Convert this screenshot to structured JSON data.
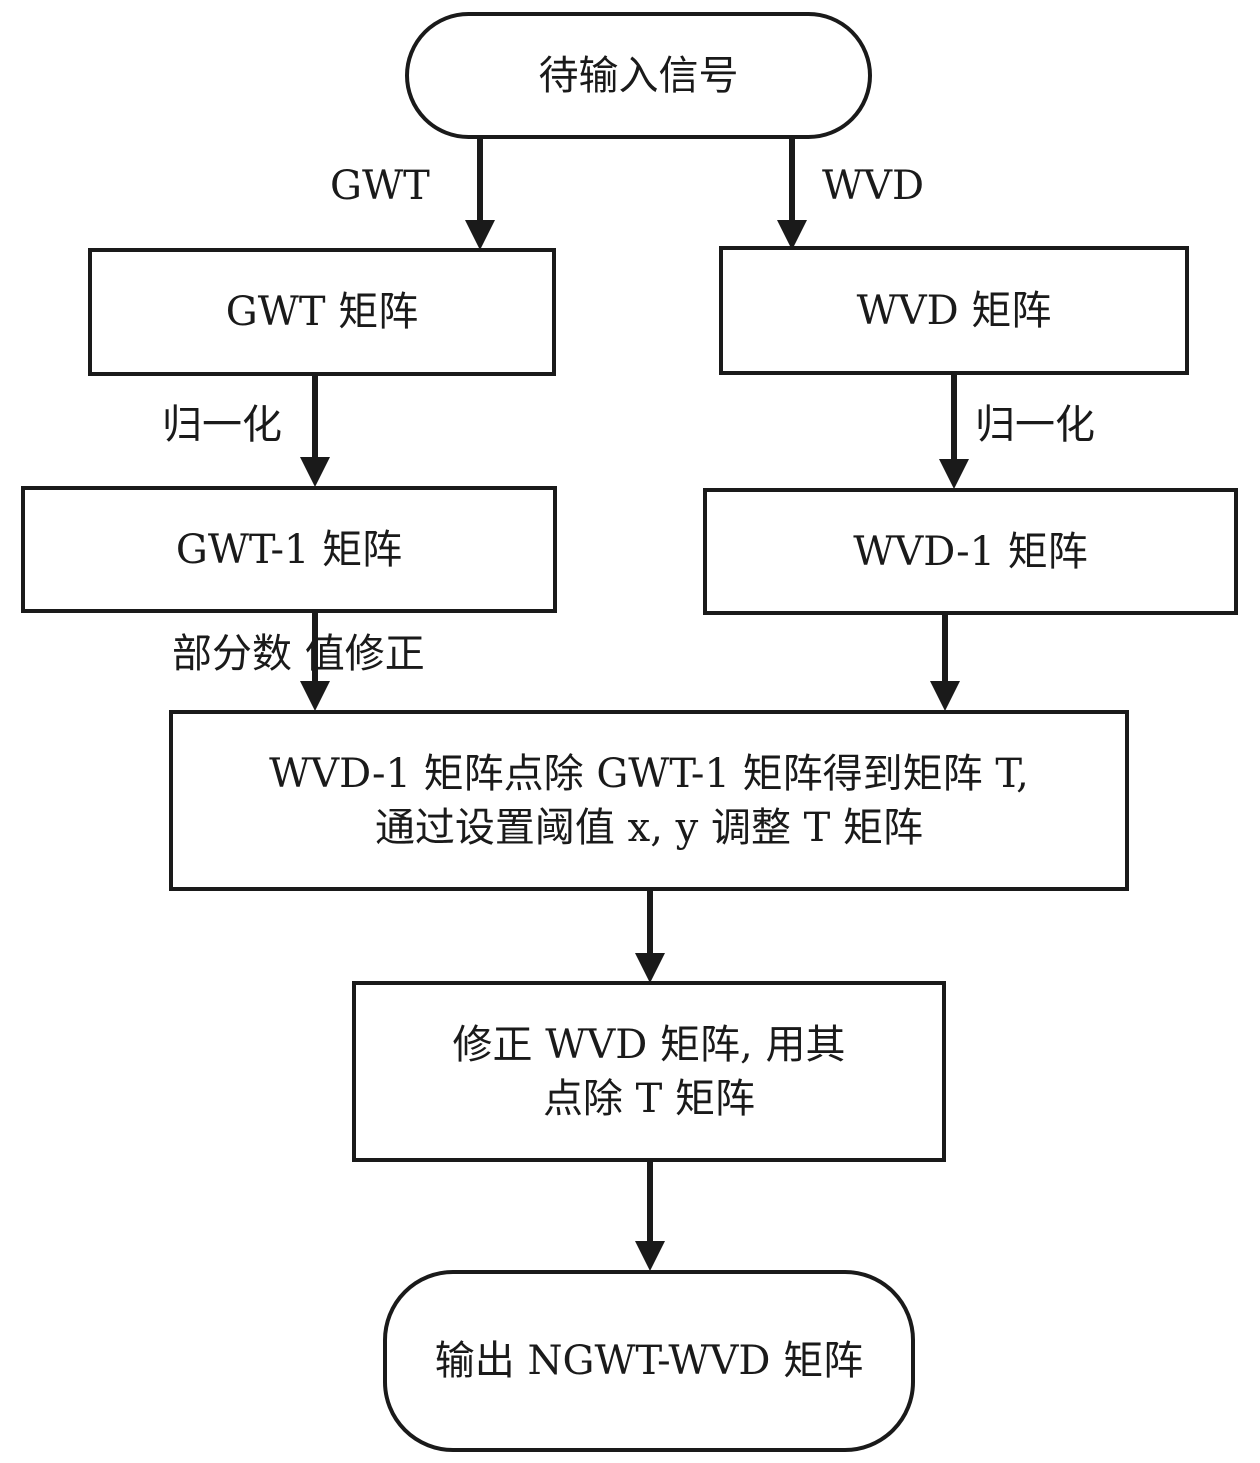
{
  "nodes": {
    "start": "待输入信号",
    "gwt_matrix": "GWT 矩阵",
    "wvd_matrix": "WVD 矩阵",
    "gwt1_matrix": "GWT-1 矩阵",
    "wvd1_matrix": "WVD-1 矩阵",
    "divide_line1": "WVD-1 矩阵点除 GWT-1 矩阵得到矩阵 T,",
    "divide_line2": "通过设置阈值 x, y 调整 T 矩阵",
    "correct_line1": "修正 WVD 矩阵, 用其",
    "correct_line2": "点除 T 矩阵",
    "output": "输出 NGWT-WVD 矩阵"
  },
  "edge_labels": {
    "gwt": "GWT",
    "wvd": "WVD",
    "normalize_left": "归一化",
    "normalize_right": "归一化",
    "partial_fix": "部分数 值修正"
  }
}
